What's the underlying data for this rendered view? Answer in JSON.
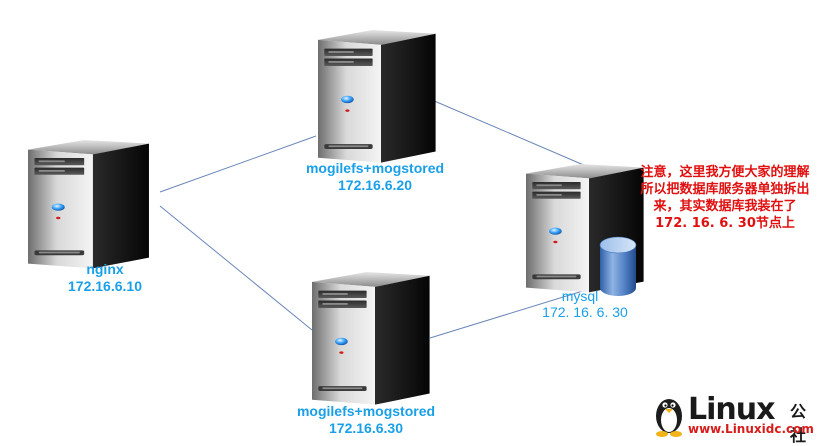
{
  "nodes": [
    {
      "id": "nginx",
      "name": "nginx",
      "ip": "172.16.6.10"
    },
    {
      "id": "mogile-a",
      "name": "mogilefs+mogstored",
      "ip": "172.16.6.20"
    },
    {
      "id": "mogile-b",
      "name": "mogilefs+mogstored",
      "ip": "172.16.6.30"
    },
    {
      "id": "mysql",
      "name": "mysql",
      "ip": "172. 16. 6. 30"
    }
  ],
  "connections": [
    [
      "nginx",
      "mogile-a"
    ],
    [
      "nginx",
      "mogile-b"
    ],
    [
      "mogile-a",
      "mysql"
    ],
    [
      "mogile-b",
      "mysql"
    ]
  ],
  "note": {
    "lines": [
      "注意，这里我方便大家的理解",
      "所以把数据库服务器单独拆出",
      "来，其实数据库我装在了",
      "172. 16. 6. 30节点上"
    ]
  },
  "watermark": {
    "title": "Linux",
    "cn": "公社",
    "url": "www.Linuxidc.com"
  },
  "colors": {
    "label": "#1aa0e8",
    "note": "#e01010",
    "line": "#6b86b8",
    "watermark_url": "#d81b1b"
  }
}
